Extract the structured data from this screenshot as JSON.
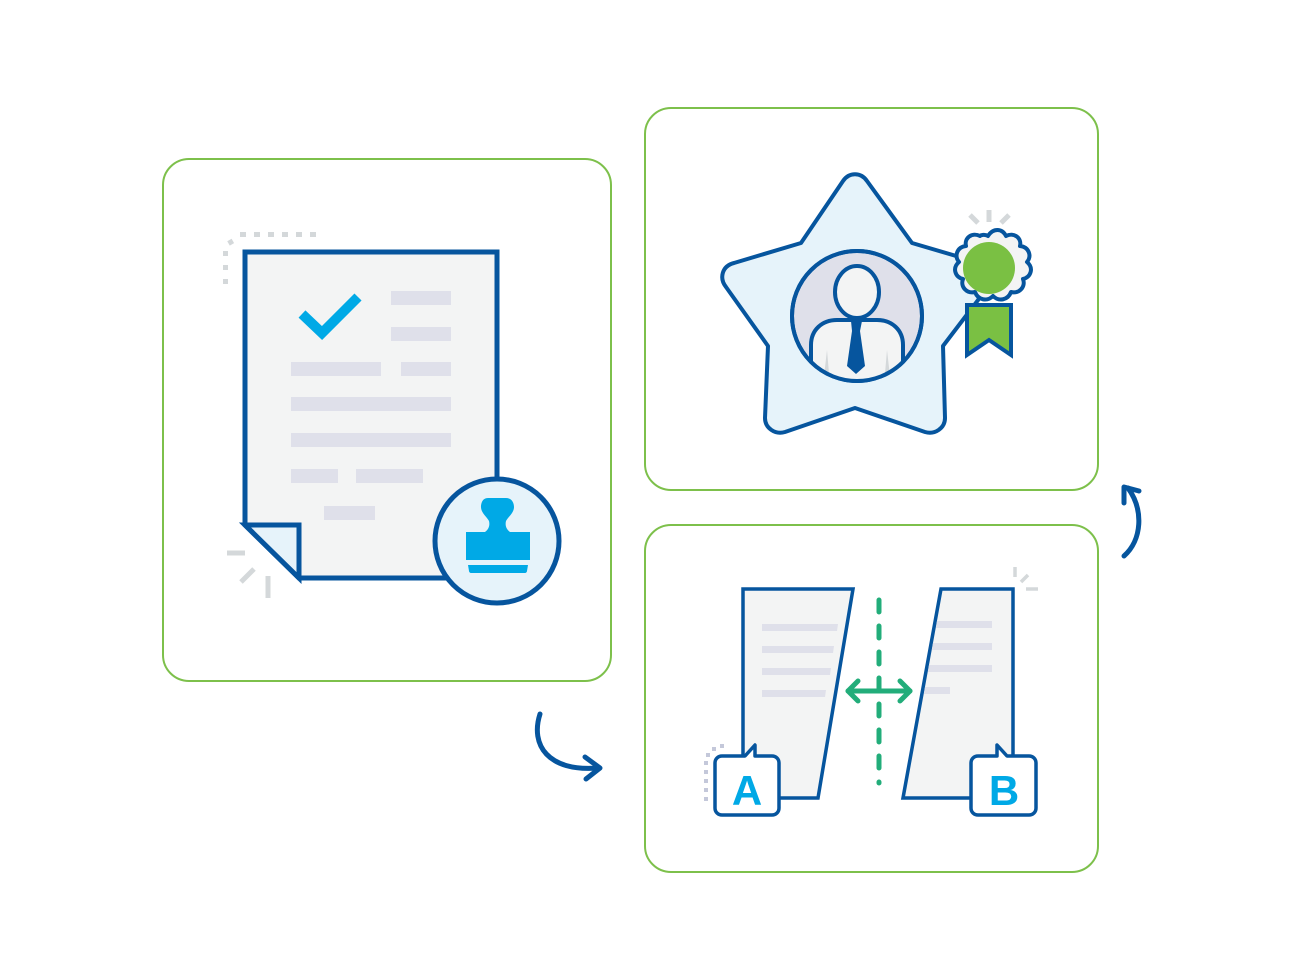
{
  "illustration": {
    "description": "Three-step process: approved stamped document, A/B document comparison, certified employee badge",
    "colors": {
      "background": "#ffffff",
      "panel_border": "#7dc04b",
      "outline_blue": "#06559e",
      "accent_cyan": "#00a9e6",
      "paper_fill": "#f3f4f4",
      "light_blue_fill": "#e6f3fa",
      "text_line": "#dfe0ea",
      "decor_gray": "#d4d8da",
      "divider_green": "#22ad7a",
      "badge_green": "#7ac043"
    },
    "panels": [
      {
        "id": "document",
        "label": "Approved document with stamp"
      },
      {
        "id": "certified",
        "label": "Certified employee star with award ribbon"
      },
      {
        "id": "compare",
        "label": "Compare document A vs document B"
      }
    ],
    "compare": {
      "left_label": "A",
      "right_label": "B"
    },
    "flow": [
      "document",
      "compare",
      "certified"
    ]
  }
}
